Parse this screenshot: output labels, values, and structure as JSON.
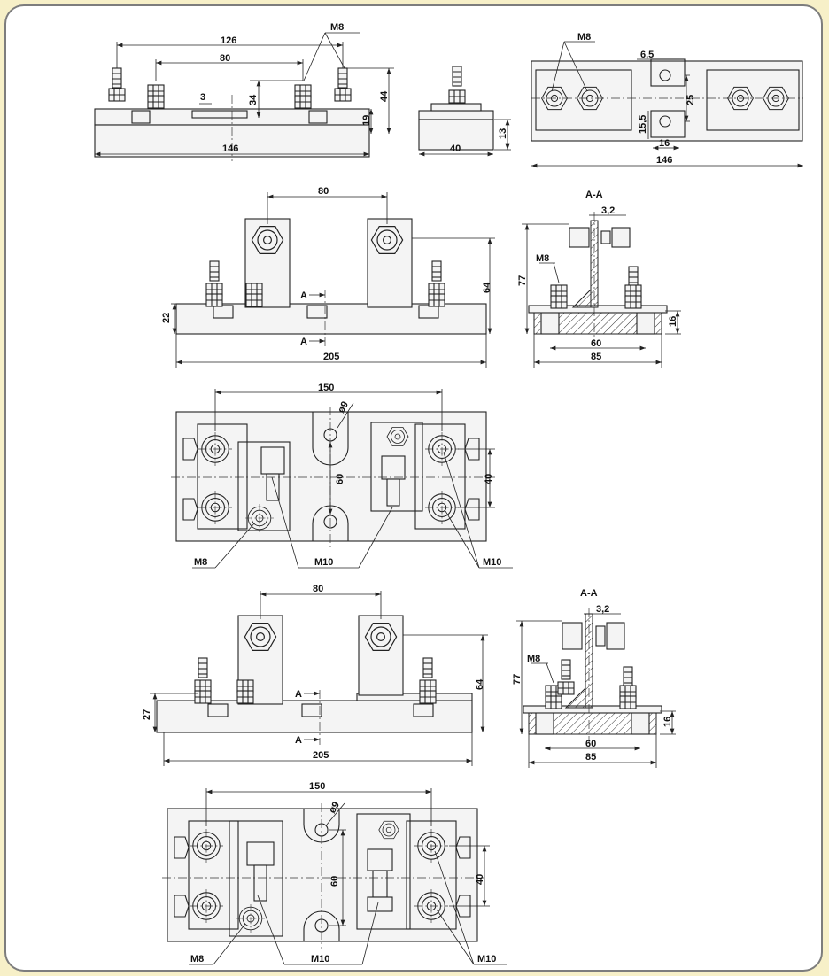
{
  "colors": {
    "background": "#f7f0c8",
    "panel": "#ffffff",
    "border": "#7d7d7d",
    "ink": "#222222"
  },
  "view1": {
    "d126": "126",
    "d80": "80",
    "thread": "M8",
    "d3": "3",
    "d34": "34",
    "d44": "44",
    "d19": "19",
    "d146": "146"
  },
  "view2": {
    "d13": "13",
    "d40": "40"
  },
  "view3": {
    "thread": "M8",
    "d6_5": "6,5",
    "d25": "25",
    "d15_5": "15,5",
    "d16": "16",
    "d146": "146"
  },
  "view4": {
    "d80": "80",
    "d64": "64",
    "d22": "22",
    "sectionA": "A",
    "d205": "205"
  },
  "view5": {
    "title": "A-A",
    "d3_2": "3,2",
    "d77": "77",
    "thread": "M8",
    "d16": "16",
    "d60": "60",
    "d85": "85"
  },
  "view6": {
    "d150": "150",
    "dia9": "ø9",
    "d60": "60",
    "d40": "40",
    "m8": "M8",
    "m10a": "M10",
    "m10b": "M10"
  },
  "view7": {
    "d80": "80",
    "d64": "64",
    "d27": "27",
    "sectionA": "A",
    "d205": "205"
  },
  "view8": {
    "title": "A-A",
    "d3_2": "3,2",
    "d77": "77",
    "thread": "M8",
    "d16": "16",
    "d60": "60",
    "d85": "85"
  },
  "view9": {
    "d150": "150",
    "dia9": "ø9",
    "d60": "60",
    "d40": "40",
    "m8": "M8",
    "m10a": "M10",
    "m10b": "M10"
  }
}
